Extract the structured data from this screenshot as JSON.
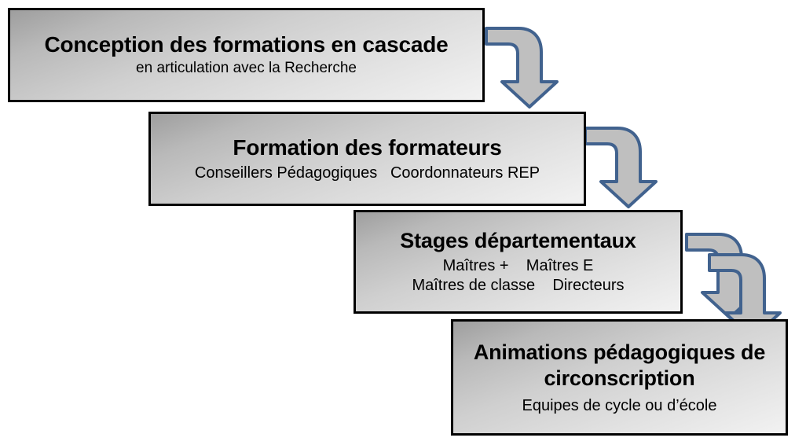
{
  "diagram": {
    "title": "Conception des formations en cascade",
    "palette": {
      "box_border": "#000000",
      "box_fill_dark": "#9e9e9e",
      "box_fill_light": "#f2f2f2",
      "arrow_fill": "#bfbfbf",
      "arrow_stroke": "#41628e",
      "text": "#000000",
      "background": "#ffffff"
    },
    "boxes": [
      {
        "id": "box-1",
        "title": "Conception des formations en cascade",
        "subtitles": [
          "en articulation avec la Recherche"
        ]
      },
      {
        "id": "box-2",
        "title": "Formation des formateurs",
        "subtitles": [
          "Conseillers Pédagogiques   Coordonnateurs REP"
        ]
      },
      {
        "id": "box-3",
        "title": "Stages départementaux",
        "subtitles": [
          "Maîtres +    Maîtres E",
          "Maîtres de classe    Directeurs"
        ]
      },
      {
        "id": "box-4",
        "title": "Animations pédagogiques de circonscription",
        "subtitles": [
          "Equipes de cycle ou d’école"
        ]
      }
    ],
    "arrows": [
      {
        "id": "arrow-1",
        "name": "bent-arrow-down",
        "from": "box-1",
        "to": "box-2"
      },
      {
        "id": "arrow-2",
        "name": "bent-arrow-down",
        "from": "box-2",
        "to": "box-3"
      },
      {
        "id": "arrow-3",
        "name": "bent-arrow-down",
        "from": "box-3",
        "to": "box-4"
      },
      {
        "id": "arrow-4",
        "name": "bent-arrow-down",
        "from": "box-3",
        "to": "box-4"
      }
    ]
  }
}
